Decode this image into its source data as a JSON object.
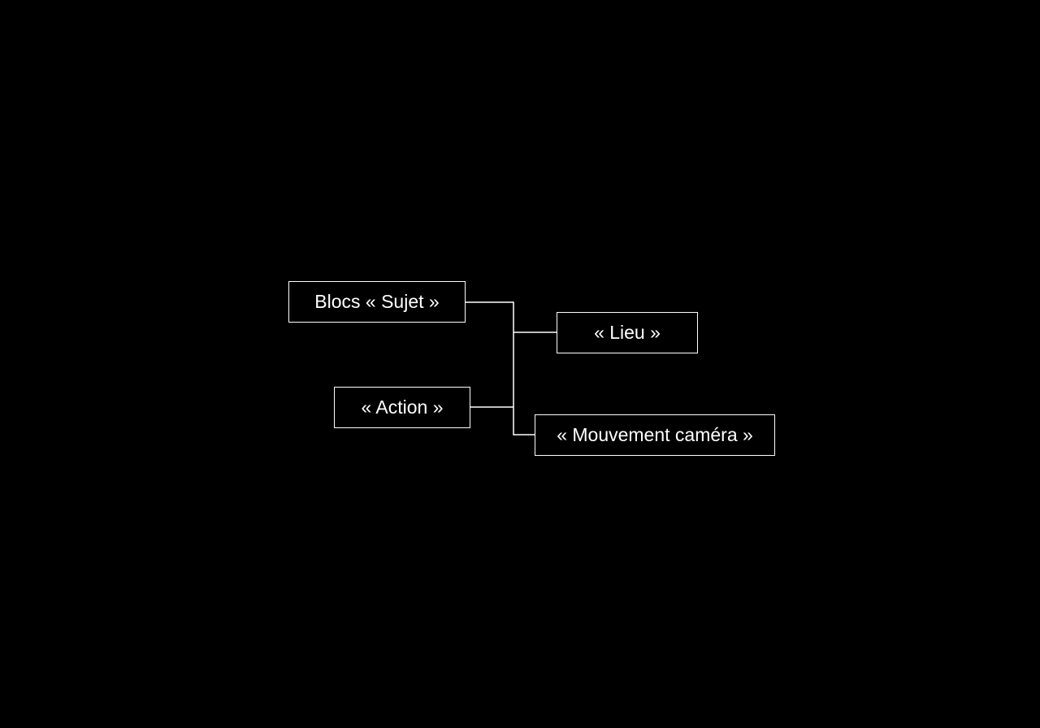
{
  "colors": {
    "background": "#000000",
    "foreground": "#ffffff"
  },
  "nodes": {
    "subject": {
      "label": "Blocs « Sujet »"
    },
    "action": {
      "label": "« Action »"
    },
    "place": {
      "label": "« Lieu »"
    },
    "camera": {
      "label": "« Mouvement caméra »"
    }
  }
}
